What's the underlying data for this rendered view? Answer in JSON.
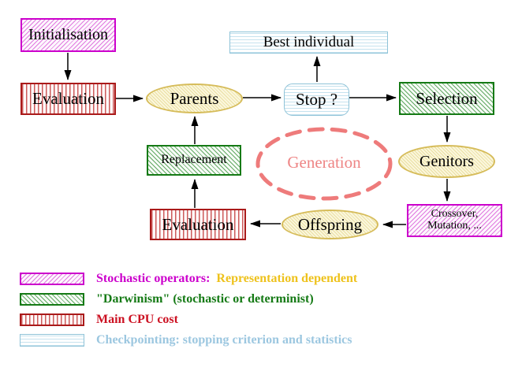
{
  "diagram": {
    "nodes": {
      "initialisation": "Initialisation",
      "evaluation_top": "Evaluation",
      "parents": "Parents",
      "best_individual": "Best individual",
      "stop": "Stop ?",
      "selection": "Selection",
      "genitors": "Genitors",
      "crossover_line1": "Crossover,",
      "crossover_line2": "Mutation, ...",
      "offspring": "Offspring",
      "evaluation_bottom": "Evaluation",
      "replacement": "Replacement",
      "generation": "Generation"
    },
    "colors": {
      "stochastic_magenta": "#cc00cc",
      "darwinism_green": "#157a15",
      "cpu_cost_red": "#aa1a1a",
      "checkpointing_blue": "#8fc3d8",
      "operator_yellow": "#d6bc5a",
      "generation_coral": "#ee7b7b",
      "arrow_black": "#000000"
    }
  },
  "legend": {
    "items": [
      {
        "pattern": "magenta-diagonal-hatch",
        "text": "Stochastic operators:",
        "text_color": "#cc00cc",
        "suffix": "Representation dependent",
        "suffix_color": "#eec21c"
      },
      {
        "pattern": "green-diagonal-hatch",
        "text": "\"Darwinism\" (stochastic or determinist)",
        "text_color": "#157a15"
      },
      {
        "pattern": "red-vertical-lines",
        "text": "Main CPU cost",
        "text_color": "#cc1122"
      },
      {
        "pattern": "cyan-horizontal-lines",
        "text": "Checkpointing: stopping criterion and statistics",
        "text_color": "#9cc7e0"
      }
    ]
  }
}
